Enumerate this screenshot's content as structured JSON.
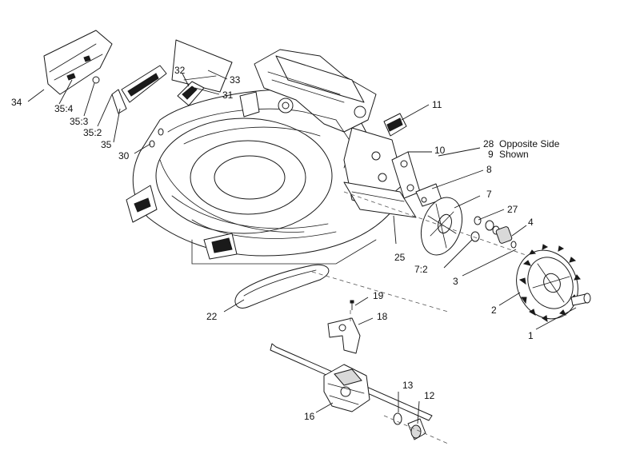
{
  "callouts": {
    "c1": "1",
    "c2": "2",
    "c3": "3",
    "c4": "4",
    "c7": "7",
    "c7_2": "7:2",
    "c8": "8",
    "c9": "9",
    "c10": "10",
    "c11": "11",
    "c12": "12",
    "c13": "13",
    "c16": "16",
    "c18": "18",
    "c19": "19",
    "c22": "22",
    "c25": "25",
    "c27": "27",
    "c28": "28",
    "c30": "30",
    "c31": "31",
    "c32": "32",
    "c33": "33",
    "c34": "34",
    "c35": "35",
    "c35_2": "35:2",
    "c35_3": "35:3",
    "c35_4": "35:4"
  },
  "notes": {
    "opposite_side": "Opposite Side",
    "shown": "Shown"
  }
}
